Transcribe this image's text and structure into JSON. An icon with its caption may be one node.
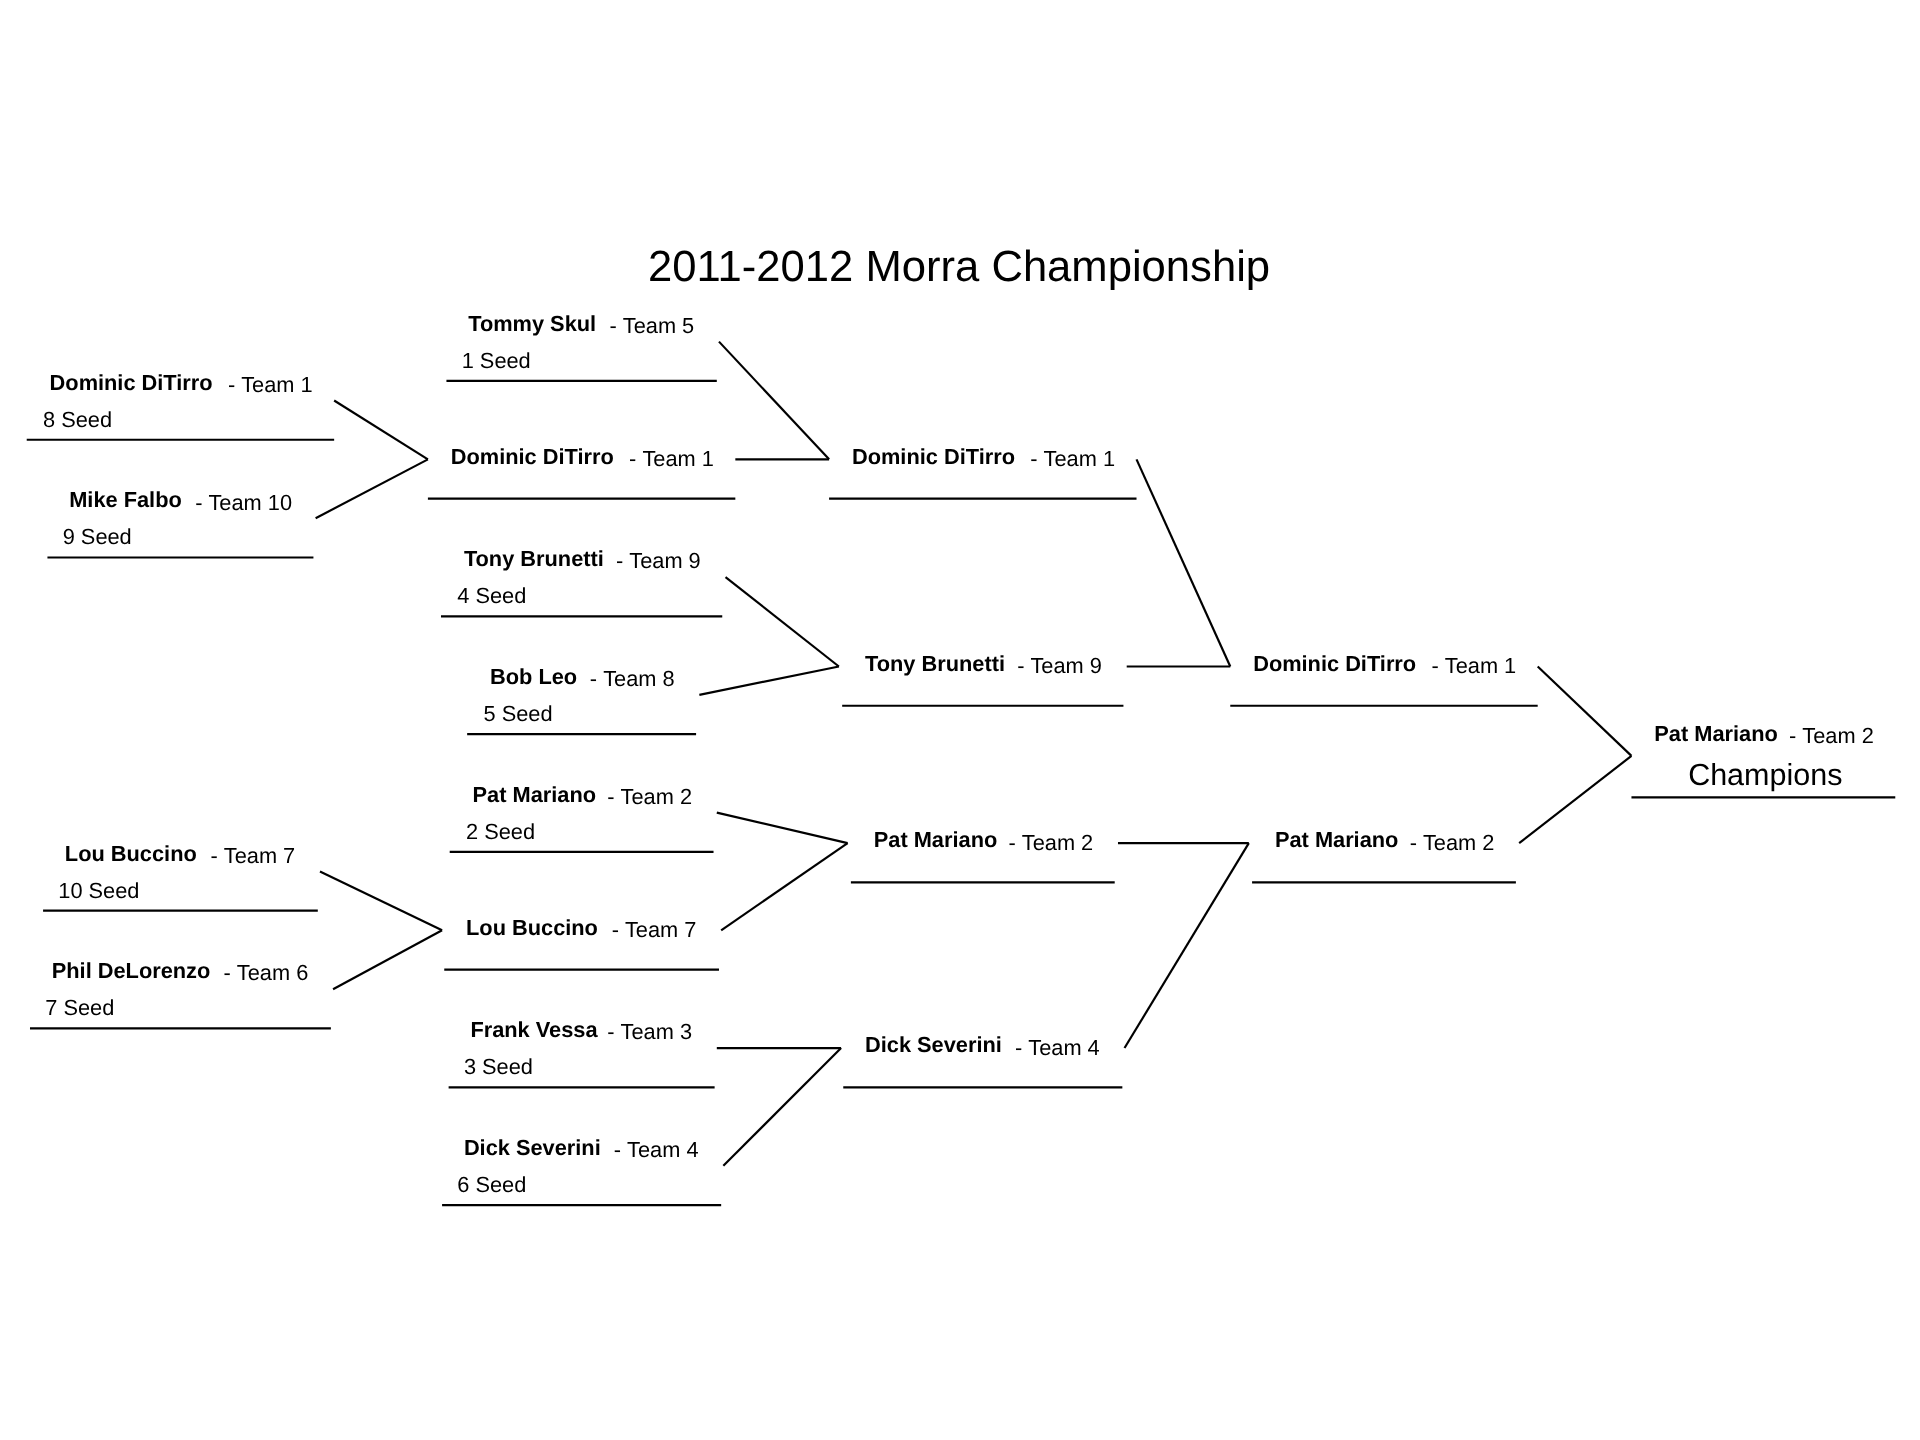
{
  "diagram": {
    "title": "2011-2012 Morra Championship",
    "nodes": [
      {
        "text": [
          "**Dominic DiTirro** - Team 1",
          "8 Seed"
        ]
      },
      {
        "text": [
          "**Mike Falbo** - Team 10",
          "9 Seed"
        ]
      },
      {
        "text": [
          "**Lou Buccino** - Team 7",
          "10 Seed"
        ]
      },
      {
        "text": [
          "**Phil DeLorenzo** - Team 6",
          "7 Seed"
        ]
      },
      {
        "text": [
          "**Tommy Skul** - Team 5",
          "1 Seed"
        ]
      },
      {
        "text": [
          "**Dominic DiTirro** - Team 1"
        ]
      },
      {
        "text": [
          "**Tony Brunetti** - Team 9",
          "4 Seed"
        ]
      },
      {
        "text": [
          "**Bob Leo** - Team 8",
          "5 Seed"
        ]
      },
      {
        "text": [
          "**Pat Mariano** - Team 2",
          "2 Seed"
        ]
      },
      {
        "text": [
          "**Lou Buccino** - Team 7"
        ]
      },
      {
        "text": [
          "**Frank Vessa** - Team 3",
          "3 Seed"
        ]
      },
      {
        "text": [
          "**Dick Severini** - Team 4",
          "6 Seed"
        ]
      },
      {
        "text": [
          "**Dominic DiTirro** - Team 1"
        ]
      },
      {
        "text": [
          "**Tony Brunetti** - Team 9"
        ]
      },
      {
        "text": [
          "**Pat Mariano** - Team 2"
        ]
      },
      {
        "text": [
          "**Dick Severini** - Team 4"
        ]
      },
      {
        "text": [
          "**Dominic DiTirro** - Team 1"
        ]
      },
      {
        "text": [
          "**Pat Mariano** - Team 2"
        ]
      },
      {
        "text": [
          "**Pat Mariano** - Team 2",
          "Champions"
        ]
      }
    ],
    "edges": [
      {
        "from": 0,
        "to": 5,
        "arrow": "none"
      },
      {
        "from": 1,
        "to": 5,
        "arrow": "none"
      },
      {
        "from": 2,
        "to": 9,
        "arrow": "none"
      },
      {
        "from": 3,
        "to": 9,
        "arrow": "none"
      },
      {
        "from": 4,
        "to": 12,
        "arrow": "none"
      },
      {
        "from": 5,
        "to": 12,
        "arrow": "none"
      },
      {
        "from": 6,
        "to": 13,
        "arrow": "none"
      },
      {
        "from": 7,
        "to": 13,
        "arrow": "none"
      },
      {
        "from": 8,
        "to": 14,
        "arrow": "none"
      },
      {
        "from": 9,
        "to": 14,
        "arrow": "none"
      },
      {
        "from": 10,
        "to": 15,
        "arrow": "none"
      },
      {
        "from": 11,
        "to": 15,
        "arrow": "none"
      },
      {
        "from": 12,
        "to": 16,
        "arrow": "none"
      },
      {
        "from": 13,
        "to": 16,
        "arrow": "none"
      },
      {
        "from": 14,
        "to": 17,
        "arrow": "none"
      },
      {
        "from": 15,
        "to": 17,
        "arrow": "none"
      },
      {
        "from": 16,
        "to": 18,
        "arrow": "none"
      },
      {
        "from": 17,
        "to": 18,
        "arrow": "none"
      }
    ]
  }
}
